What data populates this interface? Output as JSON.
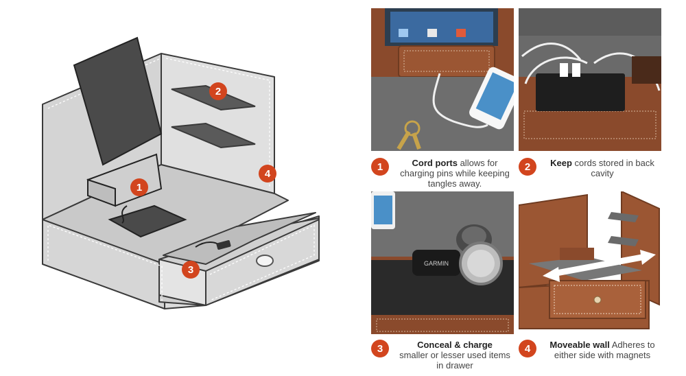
{
  "features": [
    {
      "number": "1",
      "title": "Cord ports",
      "text": "allows for charging pins while keeping tangles away.",
      "icon": "cord-port-icon"
    },
    {
      "number": "2",
      "title": "Keep",
      "text": "cords stored in back cavity",
      "icon": "usb-hub-icon"
    },
    {
      "number": "3",
      "title": "Conceal & charge",
      "text": "smaller or lesser used items in drawer",
      "icon": "drawer-icon"
    },
    {
      "number": "4",
      "title": "Moveable wall",
      "text": "Adheres to either side with magnets",
      "icon": "wall-icon"
    }
  ],
  "diagram_markers": [
    "1",
    "2",
    "3",
    "4"
  ],
  "photo_labels": {
    "watch_brand": "GARMIN"
  },
  "colors": {
    "accent": "#d2451e",
    "leather": "#8a4a2c",
    "felt": "#6b6b6b",
    "diagram_fill": "#d9d9d9"
  }
}
